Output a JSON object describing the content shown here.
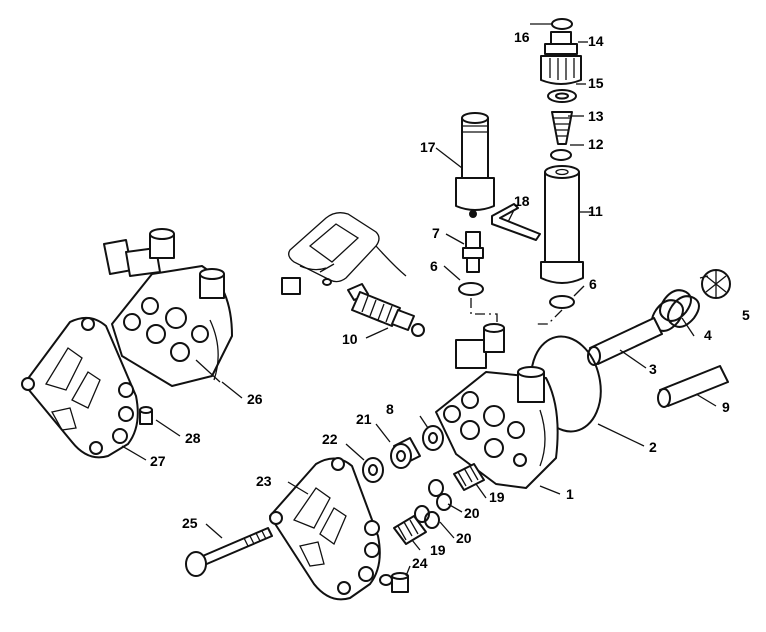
{
  "callouts": [
    {
      "id": "1",
      "text": "1"
    },
    {
      "id": "2",
      "text": "2"
    },
    {
      "id": "3",
      "text": "3"
    },
    {
      "id": "4",
      "text": "4"
    },
    {
      "id": "5",
      "text": "5"
    },
    {
      "id": "6a",
      "text": "6"
    },
    {
      "id": "6b",
      "text": "6"
    },
    {
      "id": "7",
      "text": "7"
    },
    {
      "id": "8",
      "text": "8"
    },
    {
      "id": "9",
      "text": "9"
    },
    {
      "id": "10",
      "text": "10"
    },
    {
      "id": "11",
      "text": "11"
    },
    {
      "id": "12",
      "text": "12"
    },
    {
      "id": "13",
      "text": "13"
    },
    {
      "id": "14",
      "text": "14"
    },
    {
      "id": "15",
      "text": "15"
    },
    {
      "id": "16",
      "text": "16"
    },
    {
      "id": "17",
      "text": "17"
    },
    {
      "id": "18",
      "text": "18"
    },
    {
      "id": "19a",
      "text": "19"
    },
    {
      "id": "19b",
      "text": "19"
    },
    {
      "id": "20a",
      "text": "20"
    },
    {
      "id": "20b",
      "text": "20"
    },
    {
      "id": "21",
      "text": "21"
    },
    {
      "id": "22",
      "text": "22"
    },
    {
      "id": "23",
      "text": "23"
    },
    {
      "id": "24",
      "text": "24"
    },
    {
      "id": "25",
      "text": "25"
    },
    {
      "id": "26",
      "text": "26"
    },
    {
      "id": "27",
      "text": "27"
    },
    {
      "id": "28",
      "text": "28"
    }
  ]
}
